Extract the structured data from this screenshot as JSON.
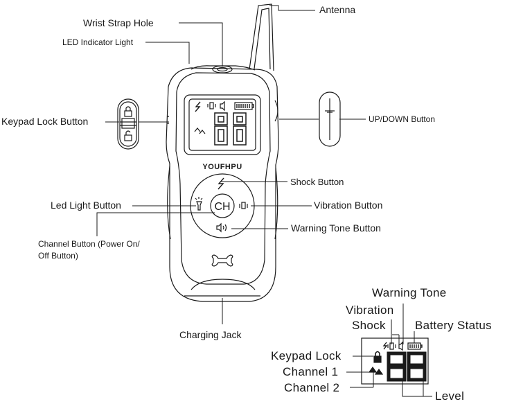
{
  "labels": {
    "antenna": "Antenna",
    "wrist_strap_hole": "Wrist Strap Hole",
    "led_indicator_light": "LED Indicator Light",
    "keypad_lock_button": "Keypad Lock Button",
    "up_down_button": "UP/DOWN Button",
    "shock_button": "Shock Button",
    "led_light_button": "Led Light Button",
    "vibration_button": "Vibration Button",
    "warning_tone_button": "Warning Tone Button",
    "channel_button_line1": "Channel Button (Power On/",
    "channel_button_line2": "Off Button)",
    "charging_jack": "Charging Jack"
  },
  "device": {
    "brand": "YOUFHPU",
    "center_button": "CH",
    "lcd_digits": "88"
  },
  "display_legend": {
    "warning_tone": "Warning Tone",
    "vibration": "Vibration",
    "shock": "Shock",
    "battery_status": "Battery Status",
    "keypad_lock": "Keypad Lock",
    "channel_1": "Channel 1",
    "channel_2": "Channel 2",
    "level": "Level",
    "lcd_digits": "88"
  },
  "icons": [
    "shock-icon",
    "vibration-icon",
    "warning-tone-icon",
    "battery-icon",
    "lock-icon",
    "unlock-icon",
    "channel-icon",
    "led-light-icon",
    "bone-icon"
  ]
}
